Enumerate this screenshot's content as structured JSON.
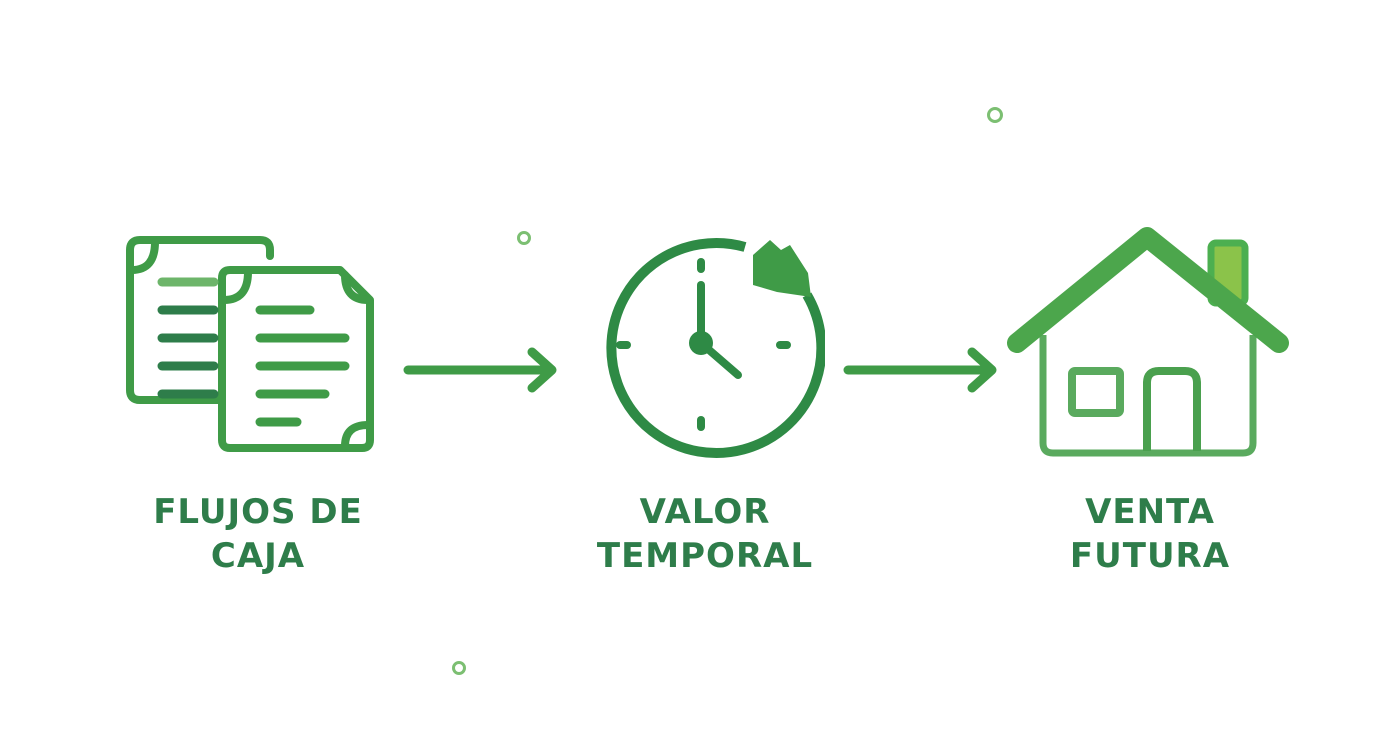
{
  "diagram": {
    "type": "process-flow",
    "colors": {
      "primary": "#3f9b47",
      "dark": "#2e7d4a",
      "light": "#7cbf72"
    },
    "steps": [
      {
        "icon": "documents-icon",
        "label_line1": "FLUJOS DE",
        "label_line2": "CAJA"
      },
      {
        "icon": "clock-icon",
        "label_line1": "VALOR",
        "label_line2": "TEMPORAL"
      },
      {
        "icon": "house-icon",
        "label_line1": "VENTA",
        "label_line2": "FUTURA"
      }
    ],
    "connectors": [
      "arrow-right",
      "arrow-right"
    ]
  }
}
